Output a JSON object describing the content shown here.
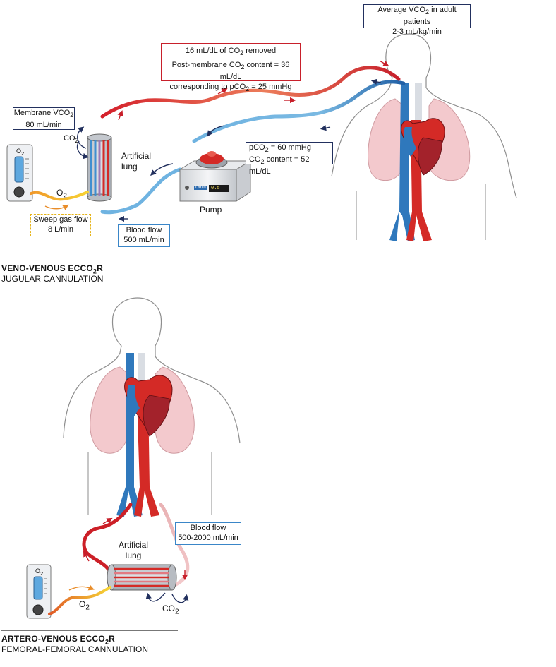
{
  "top": {
    "vco2_box": {
      "line1_pre": "Average V̇CO",
      "line1_sub": "2",
      "line1_post": " in adult patients",
      "line2": "2-3 mL/kg/min"
    },
    "removed_box": {
      "line1_pre": "16 mL/dL of CO",
      "line1_sub": "2",
      "line1_post": " removed",
      "line2_pre": "Post-membrane CO",
      "line2_sub": "2",
      "line2_post": " content = 36 mL/dL",
      "line3_pre": "corresponding to pCO",
      "line3_sub": "2",
      "line3_post": " = 25 mmHg"
    },
    "membrane_box": {
      "line1_pre": "Membrane V̇CO",
      "line1_sub": "2",
      "line2": "80 mL/min"
    },
    "pco2_box": {
      "line1_pre": "pCO",
      "line1_sub": "2",
      "line1_post": " = 60 mmHg",
      "line2_pre": "CO",
      "line2_sub": "2",
      "line2_post": " content = 52 mL/dL"
    },
    "sweep_box": {
      "line1": "Sweep gas flow",
      "line2": "8 L/min"
    },
    "bloodflow_box": {
      "line1": "Blood flow",
      "line2": "500 mL/min"
    },
    "co2_label": {
      "pre": "CO",
      "sub": "2"
    },
    "o2_label": {
      "pre": "O",
      "sub": "2"
    },
    "o2_meter_label": {
      "pre": "O",
      "sub": "2"
    },
    "lung_label": {
      "line1": "Artificial",
      "line2": "lung"
    },
    "pump_label": "Pump",
    "pump_unit": "L/min",
    "pump_value": "0.5",
    "title_pre": "VENO-VENOUS ECCO",
    "title_sub": "2",
    "title_post": "R",
    "subtitle": "JUGULAR CANNULATION"
  },
  "bottom": {
    "bloodflow_box": {
      "line1": "Blood flow",
      "line2": "500-2000 mL/min"
    },
    "lung_label": {
      "line1": "Artificial",
      "line2": "lung"
    },
    "co2_label": {
      "pre": "CO",
      "sub": "2"
    },
    "o2_label": {
      "pre": "O",
      "sub": "2"
    },
    "o2_meter_label": {
      "pre": "O",
      "sub": "2"
    },
    "title_pre": "ARTERO-VENOUS ECCO",
    "title_sub": "2",
    "title_post": "R",
    "subtitle": "FEMORAL-FEMORAL CANNULATION"
  },
  "colors": {
    "oxygenated": "#d42a26",
    "deoxygenated": "#2f78bc",
    "navy": "#22305e",
    "sweep": "#f3c21d",
    "lung_pink": "#f3c9cd"
  }
}
